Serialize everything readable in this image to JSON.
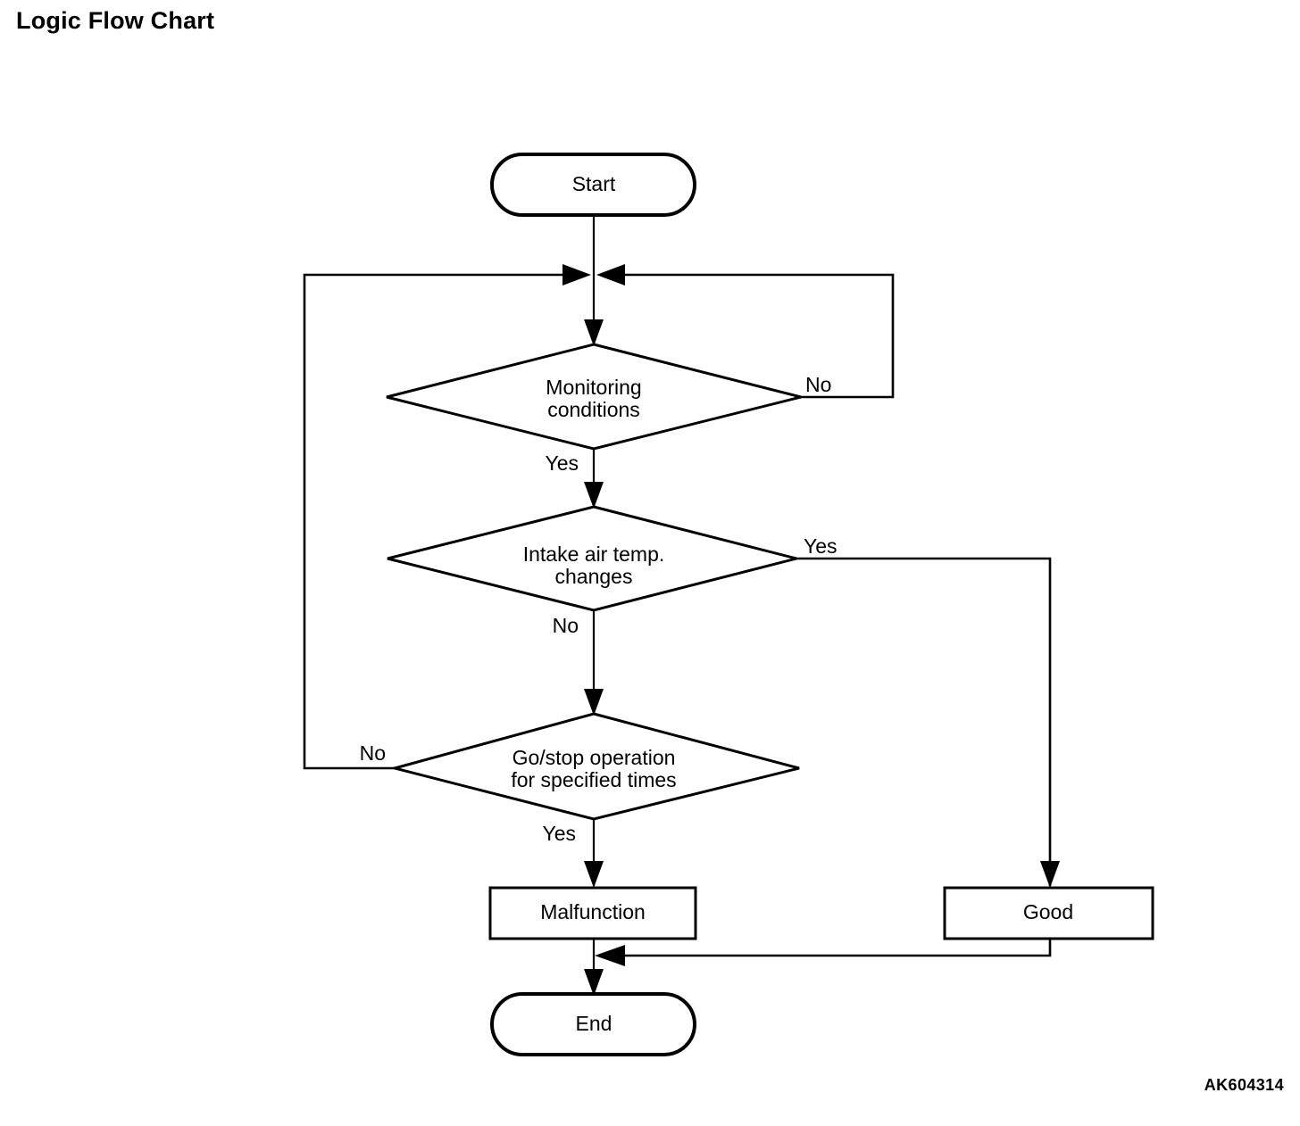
{
  "page": {
    "title": "Logic Flow Chart",
    "figure_code": "AK604314"
  },
  "chart_data": {
    "type": "diagram",
    "diagram_kind": "flowchart",
    "title": "Logic Flow Chart",
    "orientation": "top-to-bottom",
    "nodes": [
      {
        "id": "start",
        "shape": "terminator",
        "label": "Start"
      },
      {
        "id": "merge",
        "shape": "junction",
        "label": ""
      },
      {
        "id": "monitor",
        "shape": "decision",
        "label_line1": "Monitoring",
        "label_line2": "conditions"
      },
      {
        "id": "intake",
        "shape": "decision",
        "label_line1": "Intake air temp.",
        "label_line2": "changes"
      },
      {
        "id": "gostop",
        "shape": "decision",
        "label_line1": "Go/stop operation",
        "label_line2": "for specified times"
      },
      {
        "id": "malfunction",
        "shape": "process",
        "label": "Malfunction"
      },
      {
        "id": "good",
        "shape": "process",
        "label": "Good"
      },
      {
        "id": "end",
        "shape": "terminator",
        "label": "End"
      }
    ],
    "edges": [
      {
        "from": "start",
        "to": "merge",
        "label": ""
      },
      {
        "from": "merge",
        "to": "monitor",
        "label": ""
      },
      {
        "from": "monitor",
        "to": "merge",
        "label": "No",
        "route": "right-loop"
      },
      {
        "from": "monitor",
        "to": "intake",
        "label": "Yes",
        "route": "down"
      },
      {
        "from": "intake",
        "to": "good",
        "label": "Yes",
        "route": "right-down"
      },
      {
        "from": "intake",
        "to": "gostop",
        "label": "No",
        "route": "down"
      },
      {
        "from": "gostop",
        "to": "merge",
        "label": "No",
        "route": "left-loop"
      },
      {
        "from": "gostop",
        "to": "malfunction",
        "label": "Yes",
        "route": "down"
      },
      {
        "from": "malfunction",
        "to": "end",
        "label": "",
        "route": "down"
      },
      {
        "from": "good",
        "to": "end",
        "label": "",
        "route": "down-left-merge"
      }
    ],
    "labels": {
      "start": "Start",
      "end": "End",
      "monitoring_l1": "Monitoring",
      "monitoring_l2": "conditions",
      "intake_l1": "Intake air temp.",
      "intake_l2": "changes",
      "gostop_l1": "Go/stop operation",
      "gostop_l2": "for specified times",
      "malfunction": "Malfunction",
      "good": "Good",
      "monitor_no": "No",
      "monitor_yes": "Yes",
      "intake_yes": "Yes",
      "intake_no": "No",
      "gostop_no": "No",
      "gostop_yes": "Yes"
    },
    "colors": {
      "stroke": "#000000",
      "fill": "#ffffff",
      "text": "#000000"
    }
  }
}
